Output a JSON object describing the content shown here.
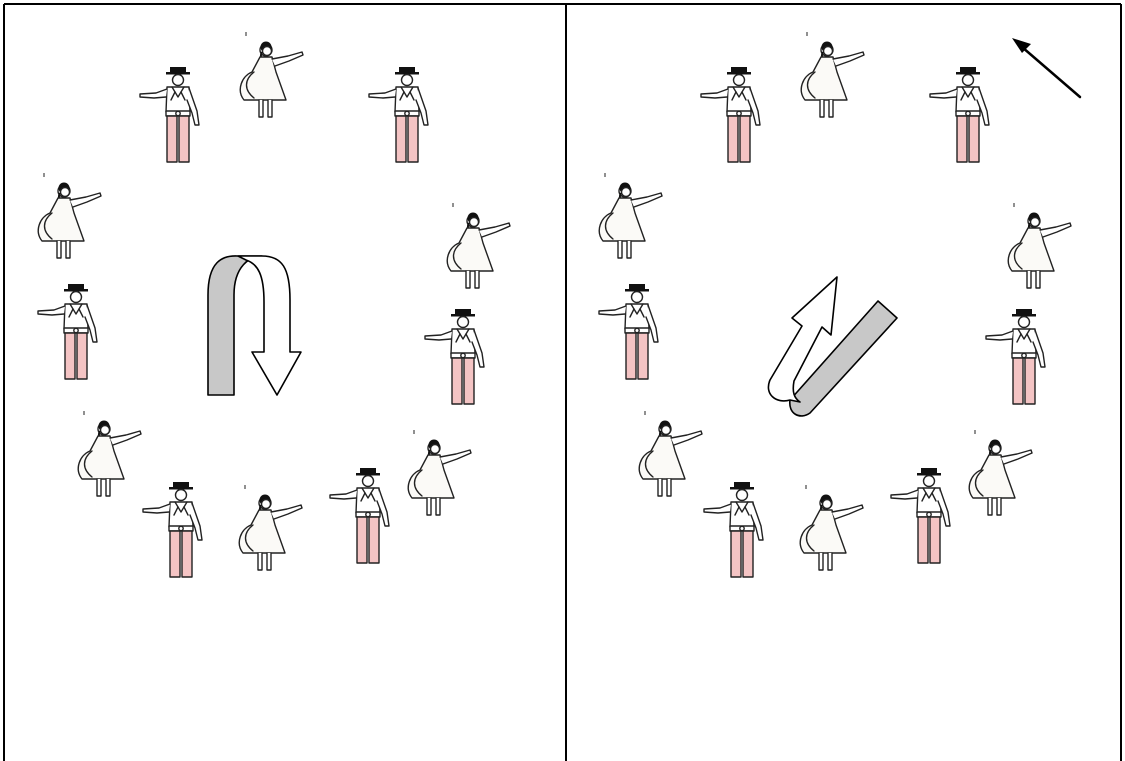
{
  "diagram": {
    "panels": [
      {
        "id": "left",
        "rotation": "clockwise",
        "arrow_icon": "rotate-clockwise-arrow-icon",
        "dancers": [
          "man",
          "woman",
          "man",
          "woman",
          "woman",
          "man",
          "man",
          "woman",
          "man",
          "woman",
          "man",
          "woman"
        ]
      },
      {
        "id": "right",
        "rotation": "counter-clockwise",
        "arrow_icon": "rotate-counterclockwise-arrow-icon",
        "dancers": [
          "man",
          "woman",
          "man",
          "woman",
          "woman",
          "man",
          "man",
          "woman",
          "man",
          "woman",
          "man",
          "woman"
        ]
      }
    ],
    "corner_arrow_icon": "direction-arrow-up-left-icon",
    "colors": {
      "trousers": "#f4c4c4",
      "hat": "#111111",
      "hair": "#111111",
      "dress": "#fbfaf7",
      "skin": "#ffffff",
      "rotation_arrow_band": "#c8c8c8",
      "border": "#000000"
    }
  }
}
